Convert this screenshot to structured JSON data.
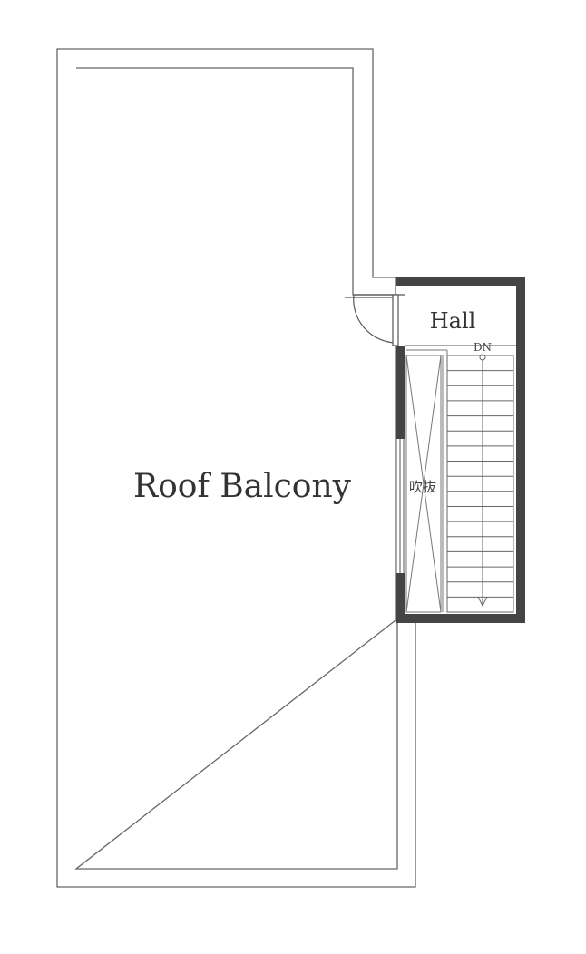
{
  "floor_plan": {
    "rooms": {
      "roof_balcony": "Roof Balcony",
      "hall": "Hall",
      "void": "吹抜"
    },
    "stair_direction": "DN",
    "colors": {
      "line": "#555555",
      "wall": "#444444",
      "background": "#ffffff"
    }
  }
}
